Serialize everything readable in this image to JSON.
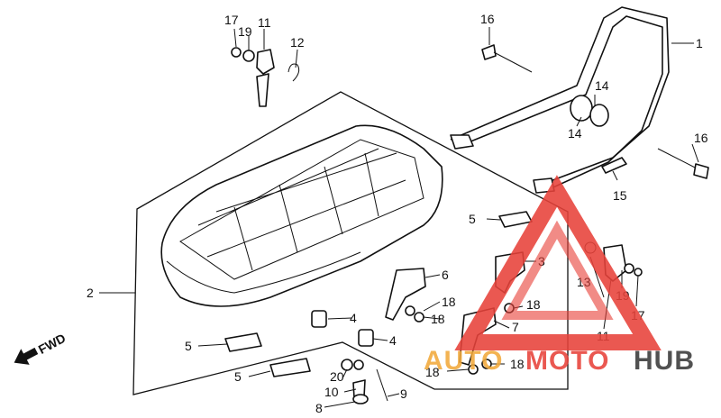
{
  "diagram": {
    "callouts": [
      {
        "id": "c17a",
        "text": "17"
      },
      {
        "id": "c19a",
        "text": "19"
      },
      {
        "id": "c11a",
        "text": "11"
      },
      {
        "id": "c12",
        "text": "12"
      },
      {
        "id": "c16a",
        "text": "16"
      },
      {
        "id": "c1",
        "text": "1"
      },
      {
        "id": "c14a",
        "text": "14"
      },
      {
        "id": "c14b",
        "text": "14"
      },
      {
        "id": "c16b",
        "text": "16"
      },
      {
        "id": "c15",
        "text": "15"
      },
      {
        "id": "c5a",
        "text": "5"
      },
      {
        "id": "c3",
        "text": "3"
      },
      {
        "id": "c13",
        "text": "13"
      },
      {
        "id": "c19b",
        "text": "19"
      },
      {
        "id": "c17b",
        "text": "17"
      },
      {
        "id": "c2",
        "text": "2"
      },
      {
        "id": "c6",
        "text": "6"
      },
      {
        "id": "c18a",
        "text": "18"
      },
      {
        "id": "c18b",
        "text": "18"
      },
      {
        "id": "c18c",
        "text": "18"
      },
      {
        "id": "c4a",
        "text": "4"
      },
      {
        "id": "c7",
        "text": "7"
      },
      {
        "id": "c11b",
        "text": "11"
      },
      {
        "id": "c5b",
        "text": "5"
      },
      {
        "id": "c4b",
        "text": "4"
      },
      {
        "id": "c18d",
        "text": "18"
      },
      {
        "id": "c18e",
        "text": "18"
      },
      {
        "id": "c5c",
        "text": "5"
      },
      {
        "id": "c20",
        "text": "20"
      },
      {
        "id": "c10",
        "text": "10"
      },
      {
        "id": "c9",
        "text": "9"
      },
      {
        "id": "c8",
        "text": "8"
      }
    ],
    "fwd_label": "FWD",
    "watermark": {
      "auto": "AUTO",
      "moto": "MOTO",
      "hub": "HUB"
    },
    "colors": {
      "ink": "#111111",
      "watermark_red": "#e8423a",
      "watermark_orange": "#f2a93b",
      "watermark_gray": "#3a3a3a"
    }
  }
}
